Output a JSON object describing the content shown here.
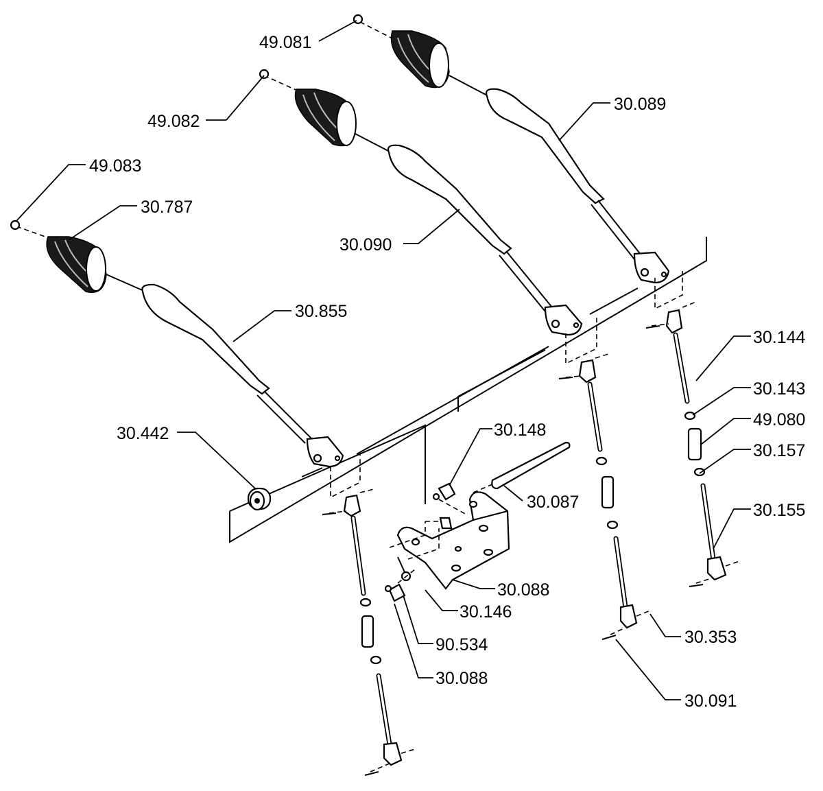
{
  "labels": {
    "p49081": "49.081",
    "p49082": "49.082",
    "p49083": "49.083",
    "p30787": "30.787",
    "p30089": "30.089",
    "p30090": "30.090",
    "p30855": "30.855",
    "p30442": "30.442",
    "p30148": "30.148",
    "p30087": "30.087",
    "p30088a": "30.088",
    "p30146": "30.146",
    "p90534": "90.534",
    "p30088b": "30.088",
    "p30144": "30.144",
    "p30143": "30.143",
    "p49080": "49.080",
    "p30157": "30.157",
    "p30155": "30.155",
    "p30353": "30.353",
    "p30091": "30.091"
  }
}
